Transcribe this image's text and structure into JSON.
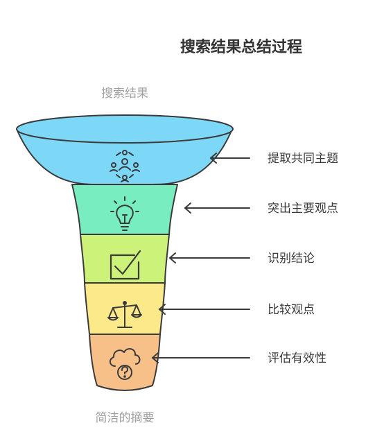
{
  "title": "搜索结果总结过程",
  "top_label": "搜索结果",
  "bottom_label": "简洁的摘要",
  "stages": [
    {
      "label": "提取共同主题",
      "icon": "people-network-icon",
      "color": "#7dd8f7"
    },
    {
      "label": "突出主要观点",
      "icon": "lightbulb-icon",
      "color": "#78eec0"
    },
    {
      "label": "识别结论",
      "icon": "checkbox-icon",
      "color": "#cdf27a"
    },
    {
      "label": "比较观点",
      "icon": "scale-icon",
      "color": "#fbe98a"
    },
    {
      "label": "评估有效性",
      "icon": "cloud-question-icon",
      "color": "#f8c089"
    }
  ],
  "colors": {
    "outline": "#3a3a3a",
    "title": "#333333",
    "label": "#3a3a3a",
    "muted": "#a0a0a0"
  }
}
